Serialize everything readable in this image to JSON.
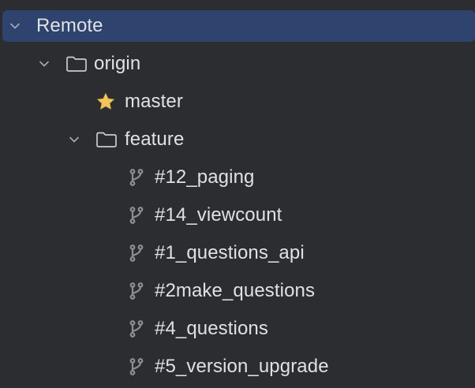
{
  "tree": {
    "remote_label": "Remote",
    "origin_label": "origin",
    "master_label": "master",
    "feature_label": "feature",
    "branches": [
      {
        "label": "#12_paging",
        "icon": "branch-icon"
      },
      {
        "label": "#14_viewcount",
        "icon": "branch-icon"
      },
      {
        "label": "#1_questions_api",
        "icon": "branch-icon"
      },
      {
        "label": "#2make_questions",
        "icon": "branch-icon"
      },
      {
        "label": "#4_questions",
        "icon": "branch-icon"
      },
      {
        "label": "#5_version_upgrade",
        "icon": "branch-icon"
      }
    ],
    "icons": {
      "expand": "chevron-down-icon",
      "folder": "folder-icon",
      "favorite": "star-icon",
      "branch": "branch-icon"
    },
    "colors": {
      "background": "#2b2d30",
      "selection": "#2e436e",
      "text": "#dfe1e5",
      "icon": "#8c8f94",
      "star": "#f2c55c"
    }
  }
}
